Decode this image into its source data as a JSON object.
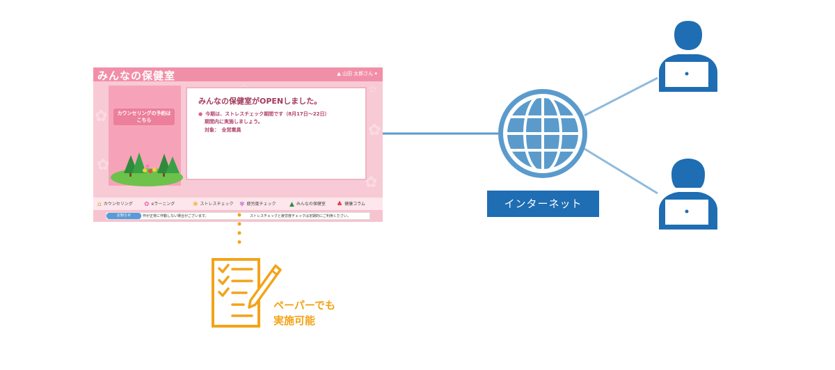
{
  "portal": {
    "title": "みんなの保健室",
    "user": "▲ 山田 太郎さん ▾",
    "booking_line1": "カウンセリングの予約は",
    "booking_line2": "こちら",
    "notice_title": "みんなの保健室がOPENしました。",
    "notice_line1": "今期は、ストレスチェック期間です（8月17日～22日）",
    "notice_line2": "期間内に実施しましょう。",
    "notice_line3": "対象：　全営業員",
    "nav": [
      {
        "label": "カウンセリング",
        "icon": "house-icon"
      },
      {
        "label": "eラーニング",
        "icon": "flower-icon"
      },
      {
        "label": "ストレスチェック",
        "icon": "sunflower-icon"
      },
      {
        "label": "疲労度チェック",
        "icon": "butterfly-icon"
      },
      {
        "label": "みんなの保健室",
        "icon": "tree-icon"
      },
      {
        "label": "健康コラム",
        "icon": "tulip-icon"
      }
    ],
    "info_tag": "お知らせ",
    "info_text1": "作が正常に作動しない場合がございます。",
    "info_text2": "ストレスチェックと疲労度チェックは定期的にご利用ください。"
  },
  "paper_label_line1": "ペーパーでも",
  "paper_label_line2": "実施可能",
  "internet_label": "インターネット",
  "colors": {
    "accent_orange": "#f3a318",
    "internet_blue": "#1f6db3",
    "globe_blue": "#5b9bcc",
    "portal_pink": "#f28fa8"
  }
}
